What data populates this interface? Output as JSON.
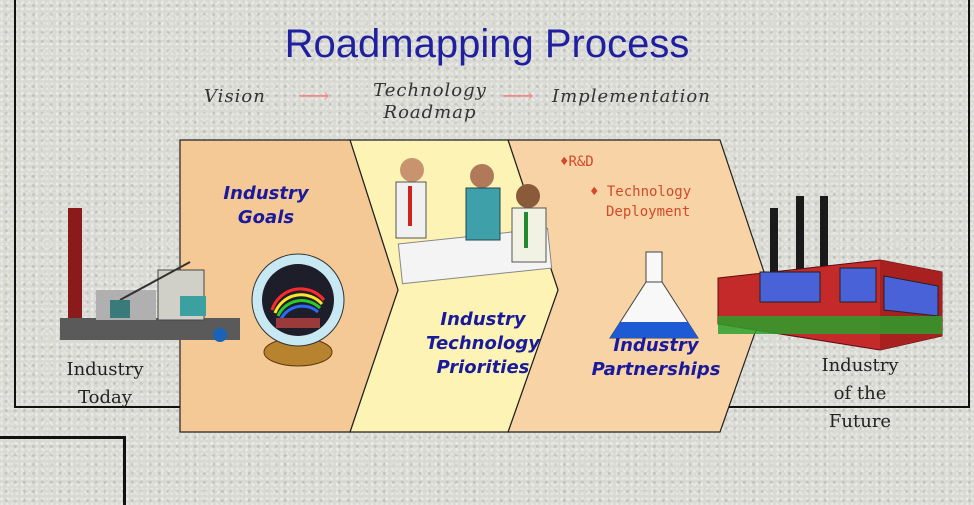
{
  "title": "Roadmapping Process",
  "flow": {
    "vision": "Vision",
    "roadmap_line1": "Technology",
    "roadmap_line2": "Roadmap",
    "implementation": "Implementation"
  },
  "stages": {
    "goals": [
      "Industry",
      "Goals"
    ],
    "priorities": [
      "Industry",
      "Technology",
      "Priorities"
    ],
    "partnerships": [
      "Industry",
      "Partnerships"
    ]
  },
  "activities": [
    "R&D",
    "Technology",
    "Deployment"
  ],
  "endpoints": {
    "today": [
      "Industry",
      "Today"
    ],
    "future": [
      "Industry",
      "of the",
      "Future"
    ]
  },
  "colors": {
    "title": "#1f1fa0",
    "stage1": "#f4c995",
    "stage2": "#fcf3b5",
    "stage3": "#f7d3a6",
    "arrow": "#f08a8a"
  }
}
